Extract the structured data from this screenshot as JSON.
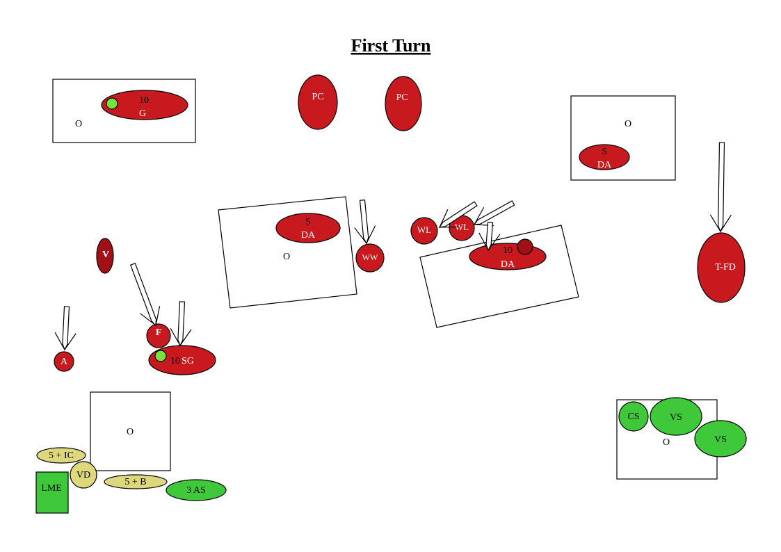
{
  "title": "First Turn",
  "labels": {
    "objective": "O",
    "g_num": "10",
    "g": "G",
    "pc": "PC",
    "da5": "5",
    "da": "DA",
    "da10": "10",
    "ww": "WW",
    "wl": "WL",
    "tfd": "T-FD",
    "v": "V",
    "f": "F",
    "a": "A",
    "sg_num": "10",
    "sg": "SG",
    "ic": "5 + IC",
    "vd": "VD",
    "lme": "LME",
    "b": "5 + B",
    "as": "3 AS",
    "cs": "CS",
    "vs": "VS"
  },
  "colors": {
    "red": "#c8191e",
    "dark_red": "#a01014",
    "green": "#3fc83a",
    "light_green": "#77e33a",
    "yellow": "#ded87c"
  }
}
